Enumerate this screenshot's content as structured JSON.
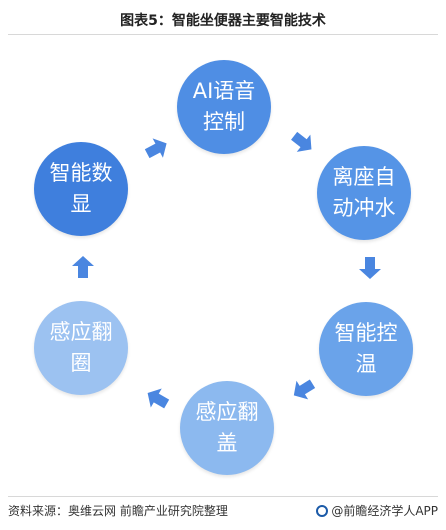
{
  "title": "图表5：智能坐便器主要智能技术",
  "nodes": [
    {
      "label": "AI语音\n控制"
    },
    {
      "label": "离座自\n动冲水"
    },
    {
      "label": "智能控\n温"
    },
    {
      "label": "感应翻\n盖"
    },
    {
      "label": "感应翻\n圈"
    },
    {
      "label": "智能数\n显"
    }
  ],
  "colors": {
    "arrow": "#4a86e0",
    "node_dark": "#3f7fdd",
    "node_light": "#9cc2f1"
  },
  "footer": {
    "source": "资料来源：奥维云网 前瞻产业研究院整理",
    "brand": "@前瞻经济学人APP"
  }
}
